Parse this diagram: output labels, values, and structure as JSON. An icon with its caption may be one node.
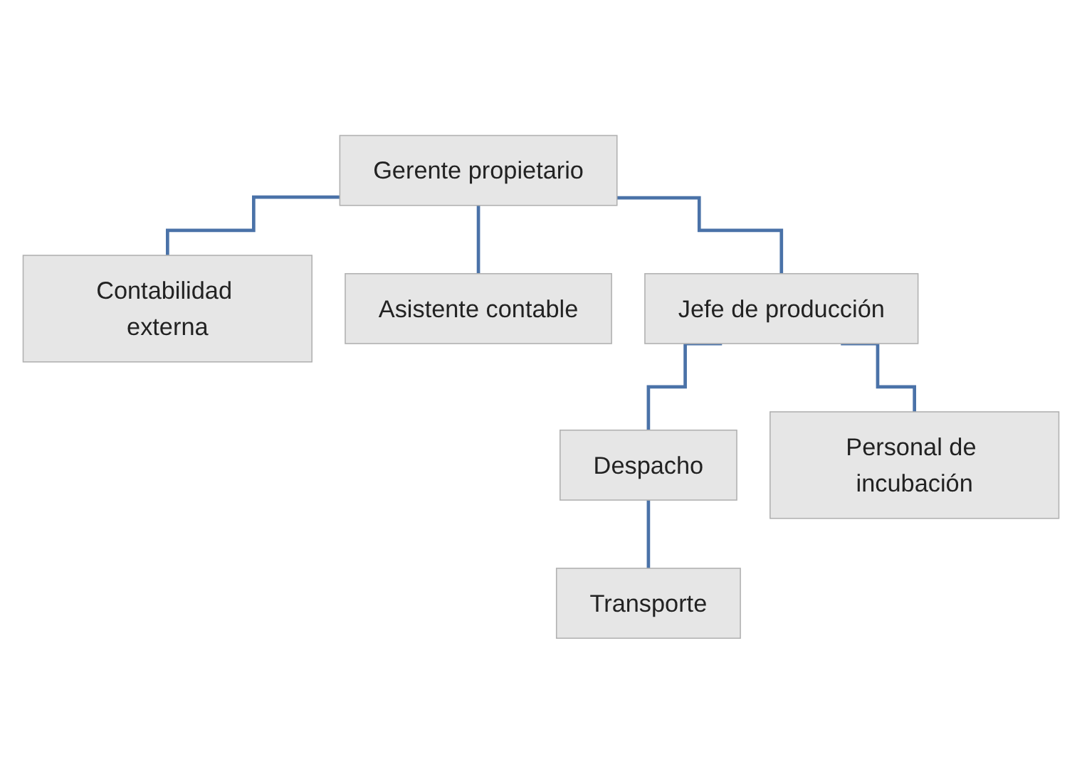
{
  "diagram": {
    "nodes": [
      {
        "text": [
          "Gerente propietario"
        ]
      },
      {
        "text": [
          "Contabilidad externa"
        ]
      },
      {
        "text": [
          "Asistente contable"
        ]
      },
      {
        "text": [
          "Jefe de producción"
        ]
      },
      {
        "text": [
          "Despacho"
        ]
      },
      {
        "text": [
          "Personal de incubación"
        ]
      },
      {
        "text": [
          "Transporte"
        ]
      }
    ],
    "edges": [
      {
        "from": 0,
        "to": 1,
        "arrow": "none"
      },
      {
        "from": 0,
        "to": 2,
        "arrow": "none"
      },
      {
        "from": 0,
        "to": 3,
        "arrow": "none"
      },
      {
        "from": 3,
        "to": 4,
        "arrow": "none"
      },
      {
        "from": 3,
        "to": 5,
        "arrow": "none"
      },
      {
        "from": 4,
        "to": 6,
        "arrow": "none"
      }
    ]
  }
}
